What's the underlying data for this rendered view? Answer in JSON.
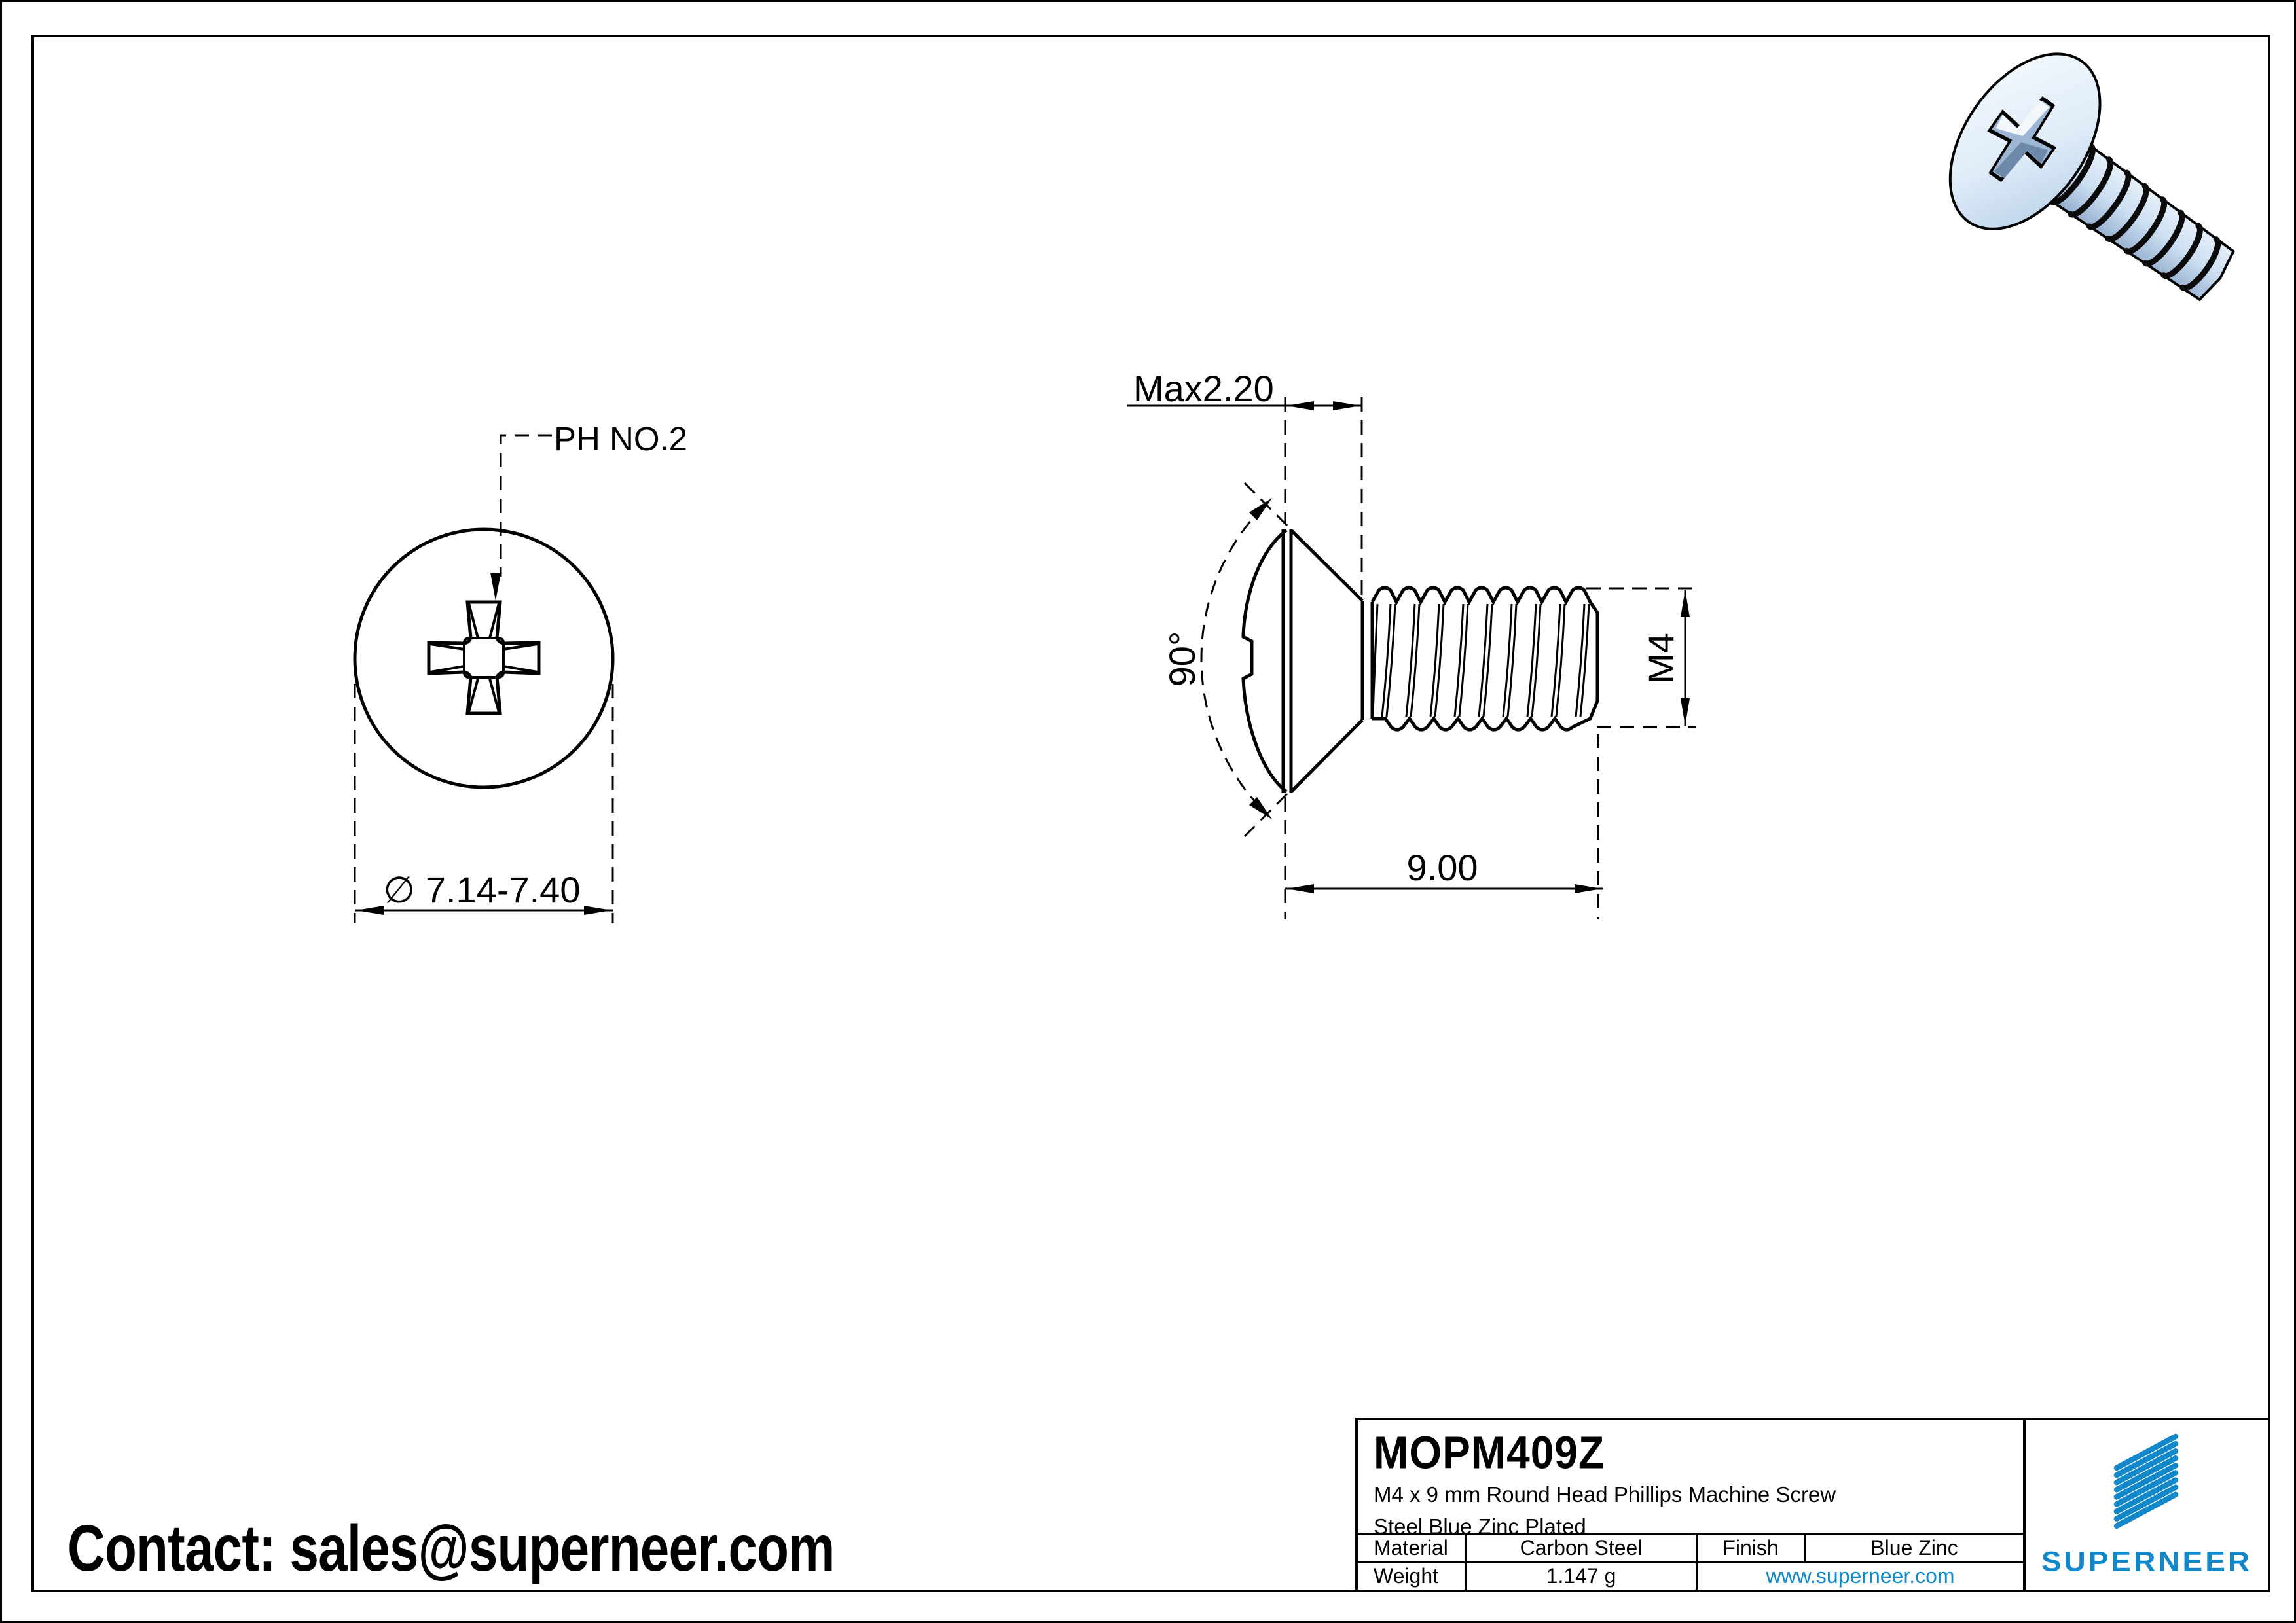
{
  "page": {
    "background": "#ffffff",
    "line_color": "#000000"
  },
  "contact": {
    "label": "Contact: sales@superneer.com"
  },
  "views": {
    "top_view": {
      "recess_label": "PH NO.2",
      "diameter_label": "∅ 7.14-7.40"
    },
    "side_view": {
      "head_height_label": "Max2.20",
      "countersink_angle_label": "90°",
      "thread_label": "M4",
      "length_label": "9.00"
    }
  },
  "title_block": {
    "part_number": "MOPM409Z",
    "description_line1": "M4 x 9 mm Round Head Phillips Machine Screw",
    "description_line2": "Steel Blue Zinc Plated",
    "material_label": "Material",
    "material_value": "Carbon Steel",
    "finish_label": "Finish",
    "finish_value": "Blue Zinc",
    "weight_label": "Weight",
    "weight_value": "1.147 g",
    "website": "www.superneer.com",
    "brand": "SUPERNEER",
    "brand_color": "#1287c9"
  },
  "render_3d": {
    "name": "blue-zinc-plated-screw-3d-view",
    "body_light": "#eef5fc",
    "body_mid": "#c6daee",
    "body_shade": "#8fa9c8"
  }
}
